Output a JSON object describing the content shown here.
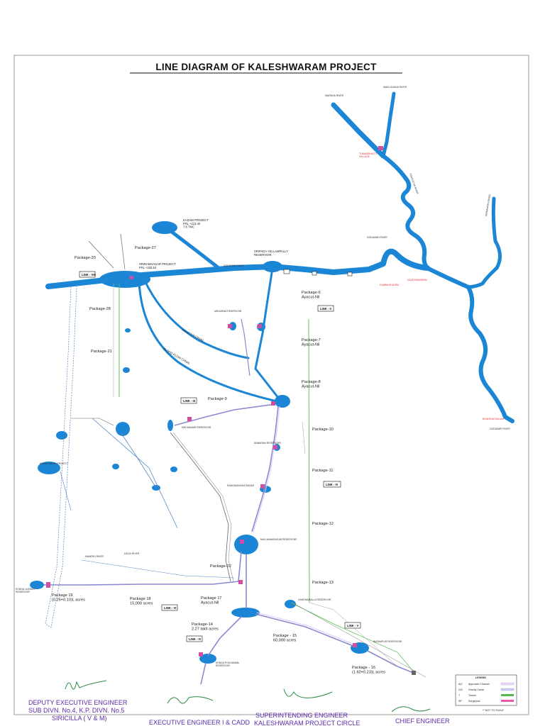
{
  "title": "LINE DIAGRAM OF KALESHWARAM PROJECT",
  "rivers": {
    "wardha": "WARDHA RIVER",
    "wainganga": "WAIN GANGA RIVER",
    "pranhitha": "PRANHITHA RIVER",
    "godavari_top": "GODAVARI RIVER",
    "godavari_main": "GODAVARI RIVER",
    "indravati": "INDRAVATHI RIVER",
    "godavari_bottom": "GODAVARI RIVER",
    "maneru": "MANERU RIVER",
    "haldi": "HALDI RIVER"
  },
  "places": {
    "tummidihatti": "TUMMIDIHATTI\nVILLAGE",
    "kaleshwaram": "KALESHWARAM",
    "dummugudem": "DUMMUGUDEM",
    "bhadrachalam": "BHADRACHALAM"
  },
  "reservoirs": {
    "kadam": "KADAM PROJECT\nFRL +213.40\n7.6 TMC",
    "srsp": "SRIRAMSAGAR PROJECT\nFRL +332.54",
    "yellampally": "SRIPADA YELLAMPALLY\nRESERVOIR",
    "medaram": "MEDARAM RESERVOIR",
    "annaram": "ANNARAM RESERVOIR",
    "midmanair": "MID MANAIR RESERVOIR",
    "anantagiri": "ANANTHAGIRI RESERVOIR",
    "ranganayaka": "RANGANAYAKA SAGAR",
    "mallanasagar": "MALLANNASAGAR RESERVOIR",
    "kondapochamma": "KONDA POCHAMMA\nRESERVOIR",
    "gandhamalla": "GANDHAMALLA RESERVOIR",
    "baswapur": "BASWAPUR RESERVOIR",
    "nizamsagar": "NIZAM SAGAR PROJECT",
    "konda_laxman": "KONDA LAXMAN\nRESERVOIR"
  },
  "packages": {
    "p6": "Package-6\nAyacut-Nil",
    "p7": "Package-7\nAyacut-Nil",
    "p8": "Package-8\nAyacut-Nil",
    "p9": "Package-9",
    "p10": "Package-10",
    "p11": "Package-11",
    "p12": "Package-12",
    "p13": "Package-13",
    "p14": "Package-14\n2.27 lakh acres",
    "p15": "Package - 15\n60,000 acres",
    "p16": "Package - 16\n(1.60+0.23)L acres",
    "p17": "Package 17\nAyacut-Nil",
    "p18": "Package 18\n15,000 acres",
    "p19": "Package 19\n(0.25+0.10)L acres",
    "p20": "Package-20",
    "p21": "Package-21",
    "p22": "Package-22",
    "p27": "Package-27",
    "p28": "Package-28"
  },
  "canals": {
    "kakatiya": "KAKATIYA CANAL",
    "flood_flow": "FLOOD FLOW CANAL"
  },
  "links": {
    "l1": "LINK - VIII",
    "l2": "LINK - II",
    "l3": "LINK - III",
    "l4": "LINK - IV",
    "l5": "LINK - VI",
    "l6": "LINK - IV",
    "l7": "LINK - V"
  },
  "legend": {
    "title": "LEGEND",
    "items": [
      {
        "key": "A/C",
        "label": "Approach Channel",
        "color": "#e9d7ff"
      },
      {
        "key": "G/C",
        "label": "Gravity Canal",
        "color": "#c9c9ff"
      },
      {
        "key": "T",
        "label": "Tunnel",
        "color": "#54b94f"
      },
      {
        "key": "SP",
        "label": "Surgepool",
        "color": "#e85aa8"
      }
    ],
    "note": "** NOT TO SCALE"
  },
  "signatures": {
    "dee_line1": "DEPUTY EXECUTIVE ENGINEER",
    "dee_line2": "SUB DIVN. No.4, K.P. DIVN. No.5",
    "dee_line3": "SIRICILLA ( V & M)",
    "ee": "EXECUTIVE ENGINEER I & CADD",
    "se_line1": "SUPERINTENDING ENGINEER",
    "se_line2": "KALESHWARAM PROJECT CIRCLE",
    "ce": "CHIEF ENGINEER"
  }
}
